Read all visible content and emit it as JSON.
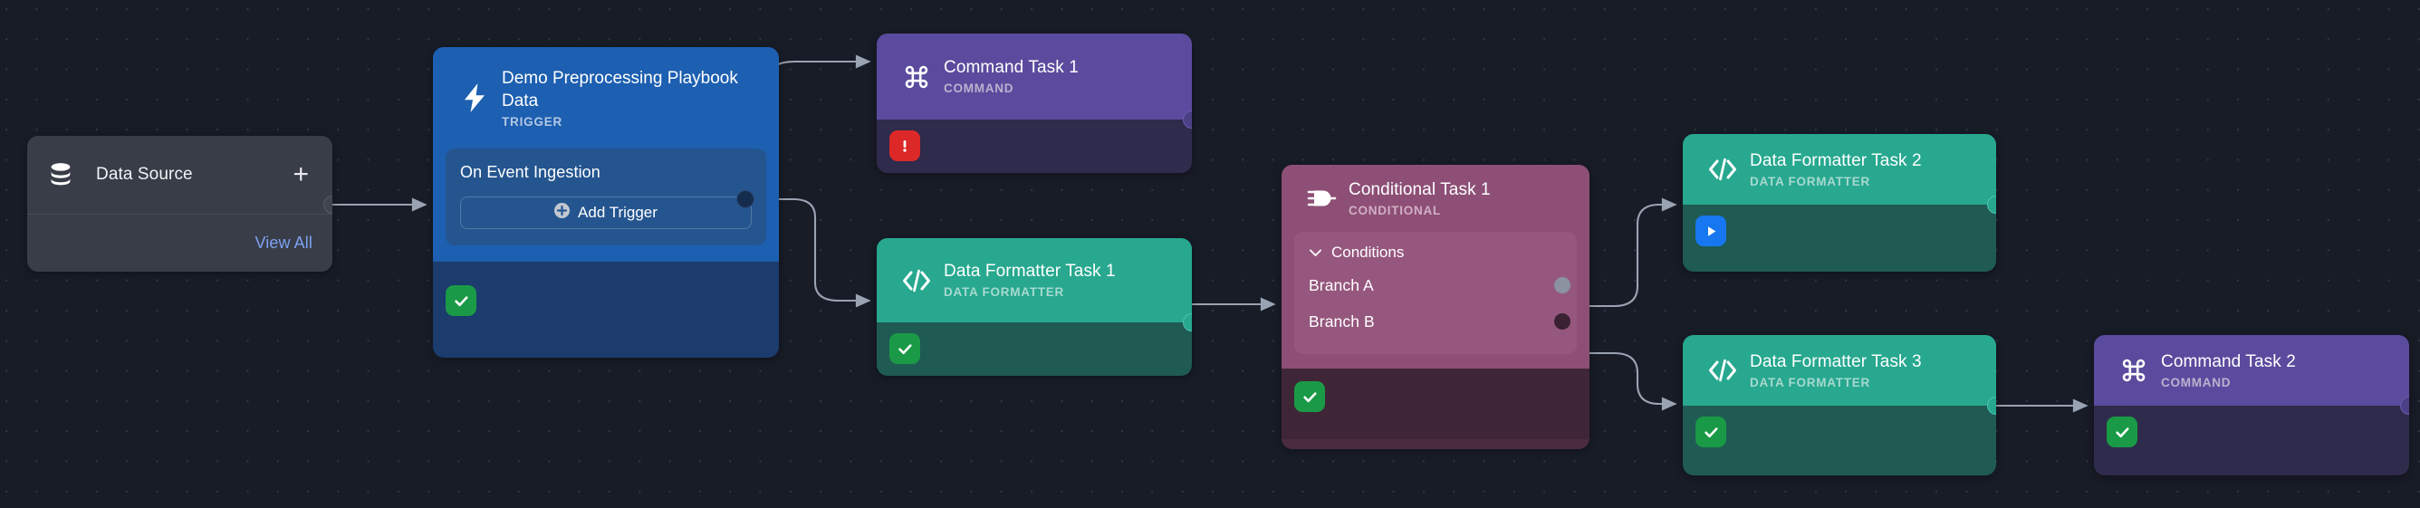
{
  "canvas": {
    "background": "#181c27",
    "grid": "dotted"
  },
  "data_source": {
    "name": "Data Source",
    "icon": "database-icon",
    "add_label": "+",
    "view_all_label": "View All",
    "color": "#383d48"
  },
  "trigger": {
    "title": "Demo Preprocessing Playbook Data",
    "subtitle": "TRIGGER",
    "icon": "lightning-bolt-icon",
    "event_label": "On Event Ingestion",
    "add_trigger_label": "Add Trigger",
    "status": "success",
    "color": "#1d5fb0"
  },
  "nodes": [
    {
      "id": "command-task-1",
      "title": "Command Task 1",
      "subtitle": "COMMAND",
      "icon": "command-icon",
      "status": "error",
      "color": "#5b4b9e"
    },
    {
      "id": "data-formatter-task-1",
      "title": "Data Formatter Task 1",
      "subtitle": "DATA FORMATTER",
      "icon": "code-brackets-icon",
      "status": "success",
      "color": "#27a88f"
    },
    {
      "id": "data-formatter-task-2",
      "title": "Data Formatter Task 2",
      "subtitle": "DATA FORMATTER",
      "icon": "code-brackets-icon",
      "status": "running",
      "color": "#27a88f"
    },
    {
      "id": "data-formatter-task-3",
      "title": "Data Formatter Task 3",
      "subtitle": "DATA FORMATTER",
      "icon": "code-brackets-icon",
      "status": "success",
      "color": "#27a88f"
    },
    {
      "id": "command-task-2",
      "title": "Command Task 2",
      "subtitle": "COMMAND",
      "icon": "command-icon",
      "status": "success",
      "color": "#5b4b9e"
    }
  ],
  "conditional": {
    "title": "Conditional Task 1",
    "subtitle": "CONDITIONAL",
    "icon": "conditional-branch-icon",
    "conditions_label": "Conditions",
    "conditions_expanded": true,
    "branches": [
      {
        "label": "Branch A",
        "port_state": "active"
      },
      {
        "label": "Branch B",
        "port_state": "inactive"
      }
    ],
    "status": "success",
    "color": "#8d4f76"
  },
  "status_colors": {
    "success": "#1a9a46",
    "error": "#dd2828",
    "running": "#1677f0"
  },
  "edge_color": "#9aa3b2"
}
